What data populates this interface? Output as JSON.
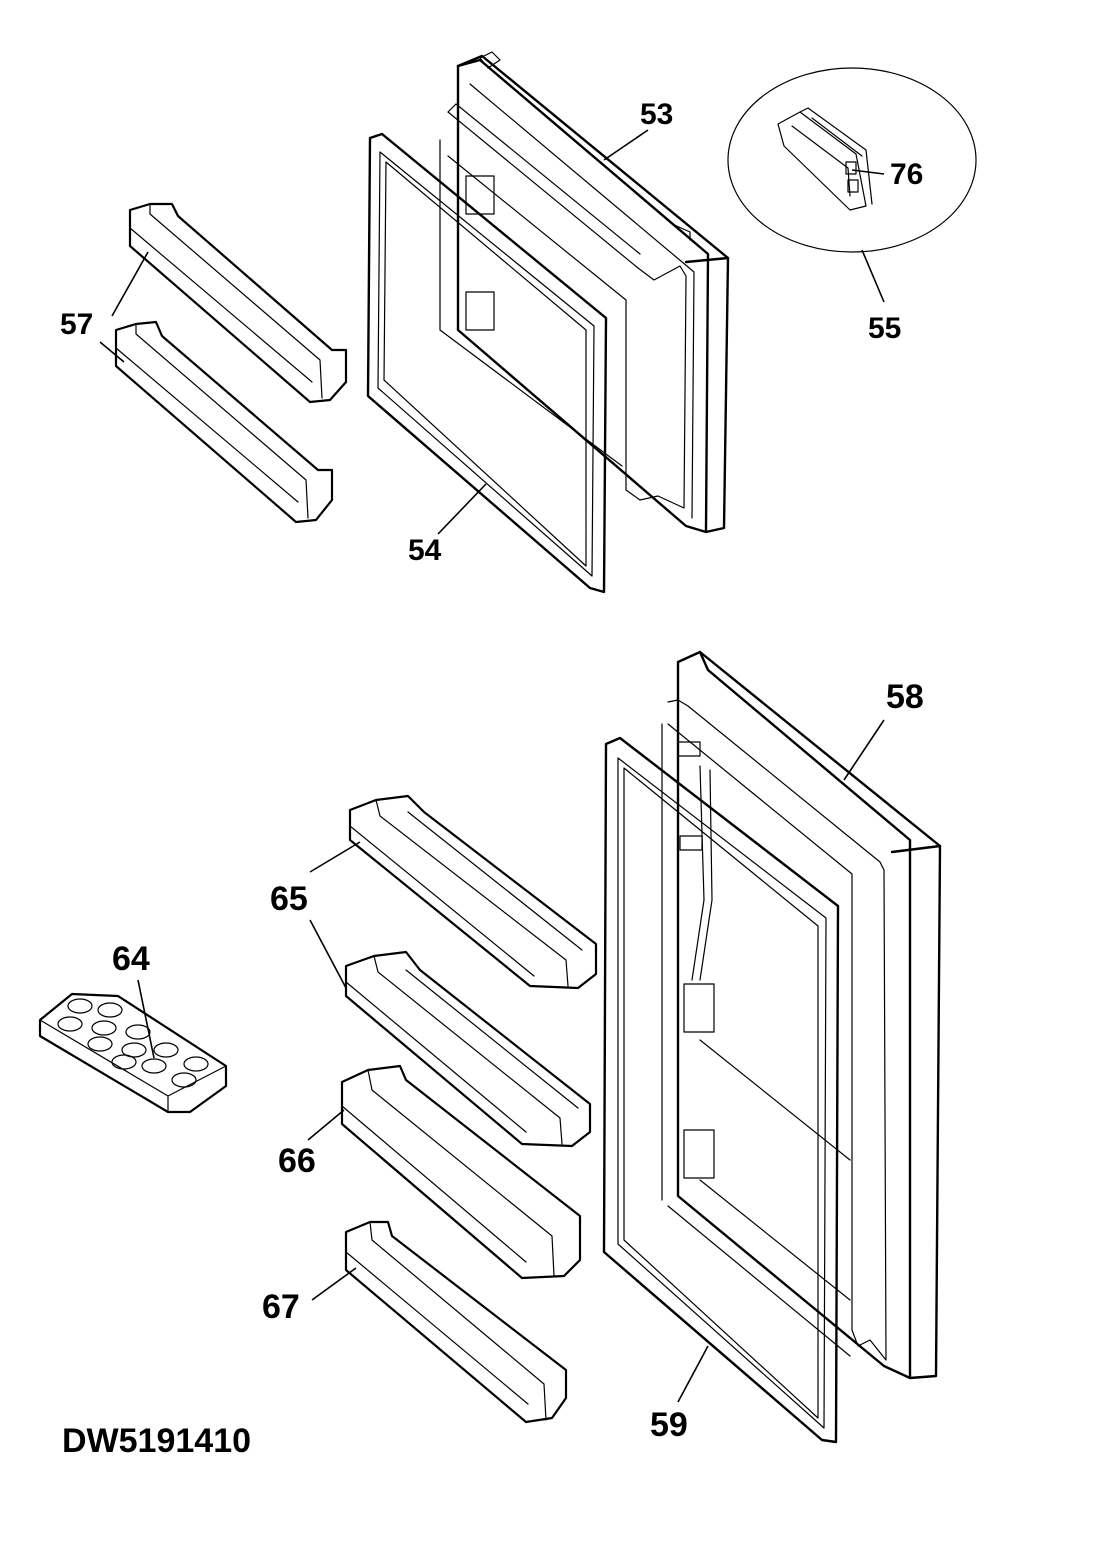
{
  "diagram": {
    "model_code": "DW5191410",
    "callouts": {
      "c53": "53",
      "c54": "54",
      "c55": "55",
      "c57": "57",
      "c76": "76",
      "c58": "58",
      "c59": "59",
      "c64": "64",
      "c65": "65",
      "c66": "66",
      "c67": "67"
    }
  }
}
